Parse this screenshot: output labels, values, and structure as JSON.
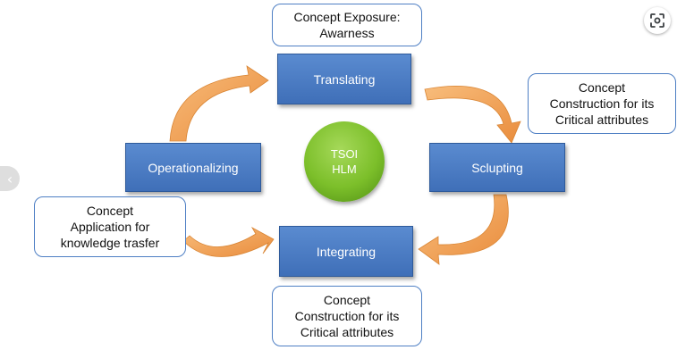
{
  "diagram": {
    "center": {
      "line1": "TSOI",
      "line2": "HLM"
    },
    "stages": {
      "translating": "Translating",
      "sculpting": "Sclupting",
      "integrating": "Integrating",
      "operationalizing": "Operationalizing"
    },
    "callouts": {
      "top": {
        "line1": "Concept Exposure:",
        "line2": "Awarness"
      },
      "right": {
        "line1": "Concept",
        "line2": "Construction for its",
        "line3": "Critical attributes"
      },
      "left": {
        "line1": "Concept",
        "line2": "Application for",
        "line3": "knowledge trasfer"
      },
      "bottom": {
        "line1": "Concept",
        "line2": "Construction for its",
        "line3": "Critical attributes"
      }
    }
  },
  "ui": {
    "lens_icon": "lens-icon",
    "prev_icon": "chevron-left-icon",
    "prev_glyph": "‹"
  },
  "colors": {
    "stage_fill": "#4a7cc4",
    "arrow_fill": "#f4a55a",
    "circle_fill": "#7cbf2a",
    "callout_border": "#4e7fc4"
  }
}
